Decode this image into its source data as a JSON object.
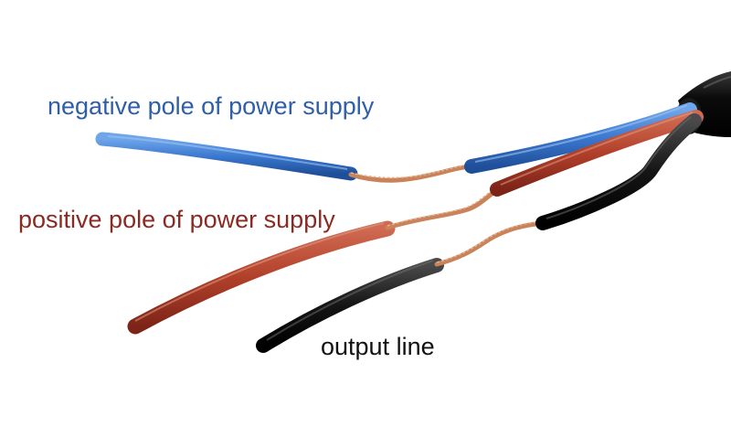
{
  "labels": {
    "negative": "negative pole of power supply",
    "positive": "positive pole of power supply",
    "output": "output line"
  },
  "colors": {
    "negative_label": "#2f5fa8",
    "positive_label": "#8b2a22",
    "output_label": "#111111",
    "blue_wire": "#3f7fd3",
    "red_wire": "#b7432d",
    "black_wire": "#151515",
    "copper": "#c9835a"
  },
  "wires": [
    {
      "name": "negative pole of power supply",
      "color": "blue"
    },
    {
      "name": "positive pole of power supply",
      "color": "red"
    },
    {
      "name": "output line",
      "color": "black"
    }
  ]
}
